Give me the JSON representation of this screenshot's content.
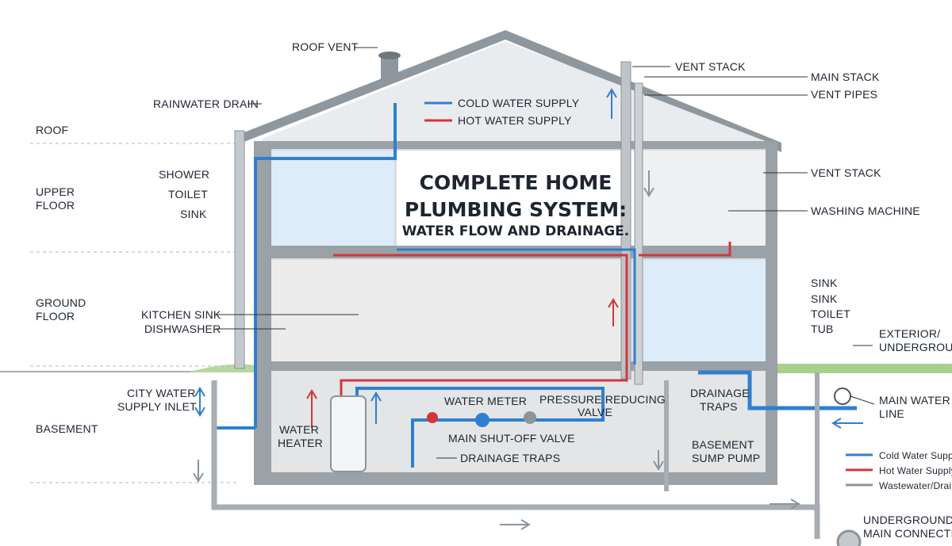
{
  "title": {
    "line1": "COMPLETE HOME",
    "line2": "PLUMBING SYSTEM:",
    "line3": "WATER FLOW AND DRAINAGE."
  },
  "top_legend": {
    "cold": "COLD WATER SUPPLY",
    "hot": "HOT WATER SUPPLY"
  },
  "floors": {
    "roof": "ROOF",
    "upper": [
      "UPPER",
      "FLOOR"
    ],
    "ground": [
      "GROUND",
      "FLOOR"
    ],
    "basement": "BASEMENT"
  },
  "labels": {
    "roof_vent": "ROOF VENT",
    "rainwater_drain": "RAINWATER DRAIN",
    "shower": "SHOWER",
    "toilet_upper": "TOILET",
    "sink_upper": "SINK",
    "kitchen_sink": "KITCHEN SINK",
    "dishwasher": "DISHWASHER",
    "city_water": [
      "CITY WATER",
      "SUPPLY INLET"
    ],
    "water_heater": [
      "WATER",
      "HEATER"
    ],
    "water_meter": "WATER METER",
    "pressure_valve": [
      "PRESSURE REDUCING",
      "VALVE"
    ],
    "main_shutoff": "MAIN SHUT-OFF VALVE",
    "drainage_traps_left": "DRAINAGE TRAPS",
    "drainage_traps_mid": [
      "DRAINAGE",
      "TRAPS"
    ],
    "sump_pump": [
      "BASEMENT",
      "SUMP PUMP"
    ],
    "vent_stack_top": "VENT STACK",
    "main_stack": "MAIN STACK",
    "vent_pipes": "VENT PIPES",
    "vent_stack_mid": "VENT STACK",
    "washing_machine": "WASHING MACHINE",
    "sink_ground_1": "SINK",
    "sink_ground_2": "SINK",
    "toilet_ground": "TOILET",
    "tub": "TUB",
    "exterior": [
      "EXTERIOR/",
      "UNDERGROUND"
    ],
    "main_water_line": [
      "MAIN WATER",
      "LINE"
    ],
    "underground_sewer": [
      "UNDERGROUND SE",
      "MAIN CONNECTIO"
    ]
  },
  "bottom_legend": {
    "cold": "Cold Water Suppl",
    "hot": "Hot Water Supply",
    "waste": "Wastewater/Drai"
  },
  "colors": {
    "cold": "#2f7fd0",
    "hot": "#d3363a",
    "waste": "#8c949c",
    "wall": "#8f979e",
    "room_bath": "#dcecf8",
    "room": "#ececec",
    "ground": "#9fcc84"
  }
}
